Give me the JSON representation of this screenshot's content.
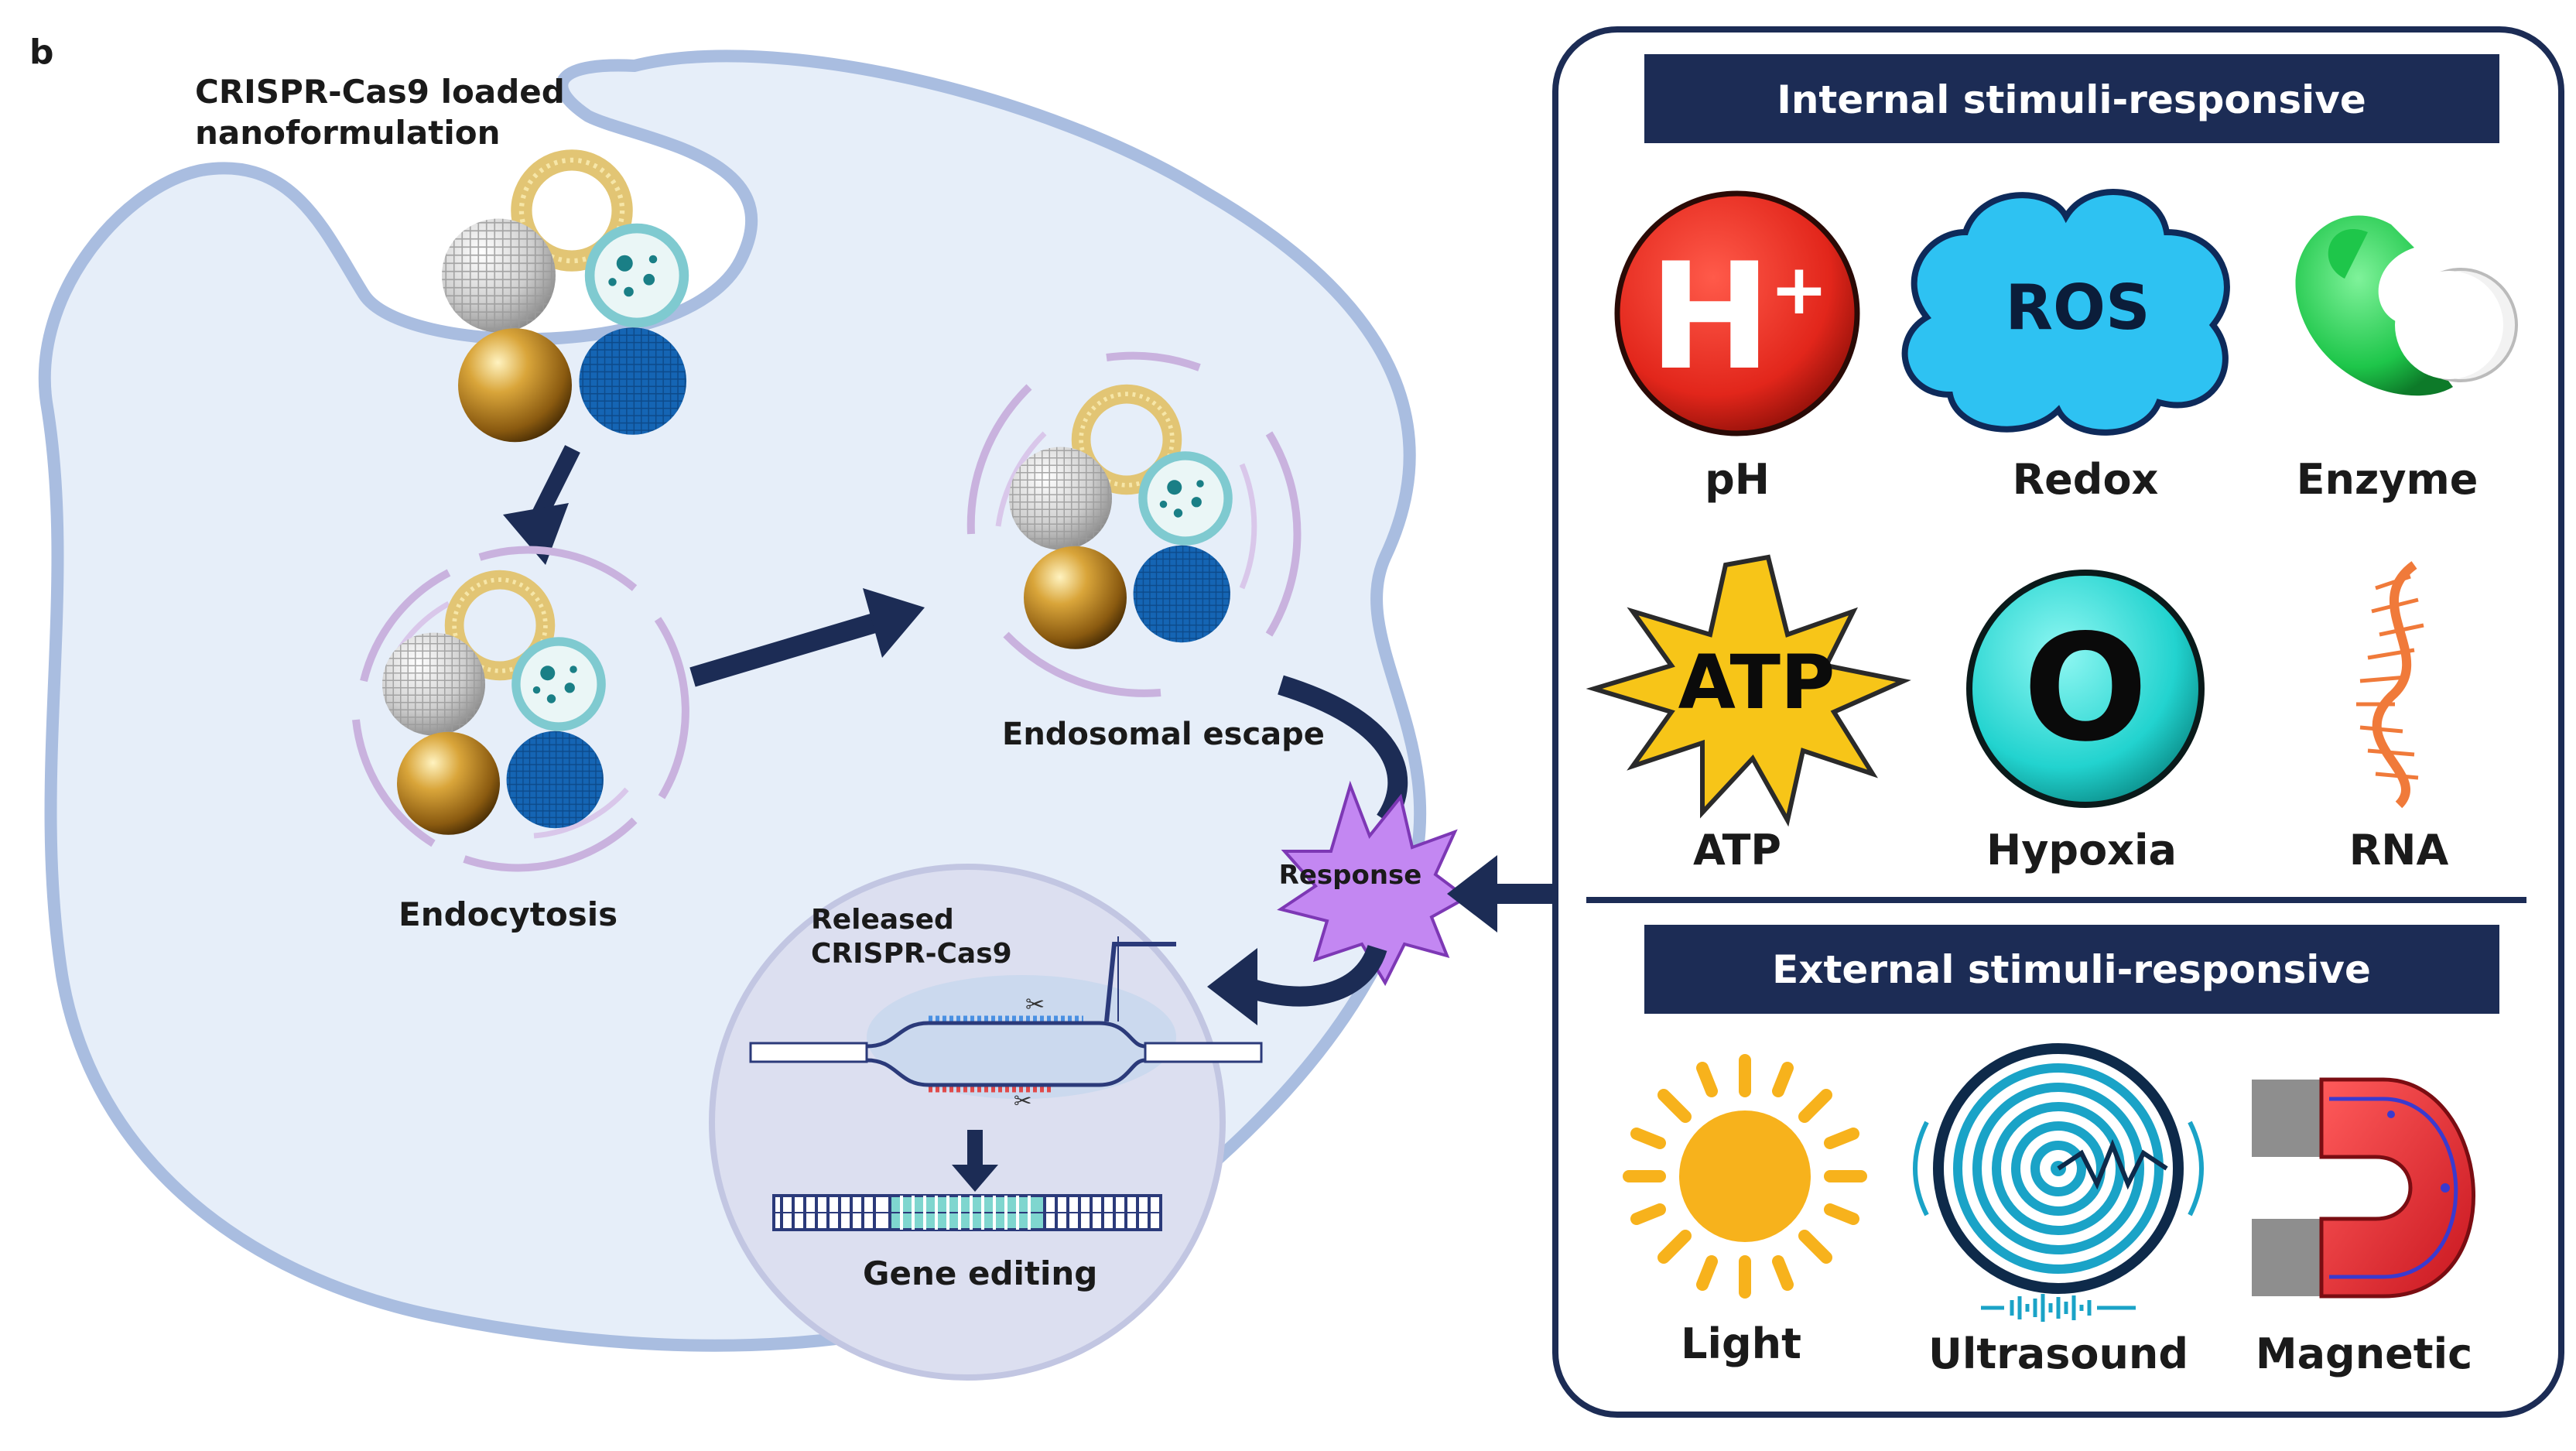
{
  "panel_letter": "b",
  "cell": {
    "nanoformulation_line1": "CRISPR-Cas9 loaded",
    "nanoformulation_line2": "nanoformulation",
    "endocytosis": "Endocytosis",
    "endosomal_escape": "Endosomal escape",
    "response": "Response",
    "released_line1": "Released",
    "released_line2": "CRISPR-Cas9",
    "gene_editing": "Gene editing"
  },
  "internal": {
    "title": "Internal stimuli-responsive",
    "items": [
      {
        "label": "pH",
        "icon": "h-plus-icon",
        "glyph": "H",
        "sup": "+"
      },
      {
        "label": "Redox",
        "icon": "ros-cloud-icon",
        "glyph": "ROS"
      },
      {
        "label": "Enzyme",
        "icon": "enzyme-pacman-icon"
      },
      {
        "label": "ATP",
        "icon": "atp-burst-icon",
        "glyph": "ATP"
      },
      {
        "label": "Hypoxia",
        "icon": "oxygen-circle-icon",
        "glyph": "O"
      },
      {
        "label": "RNA",
        "icon": "rna-strand-icon"
      }
    ]
  },
  "external": {
    "title": "External stimuli-responsive",
    "items": [
      {
        "label": "Light",
        "icon": "sun-icon"
      },
      {
        "label": "Ultrasound",
        "icon": "ultrasound-waves-icon"
      },
      {
        "label": "Magnetic",
        "icon": "magnet-icon"
      }
    ]
  },
  "colors": {
    "navy": "#1c2c55",
    "cell_fill": "#e6eef9",
    "cell_border": "#a9bde0",
    "endosome": "#c9b2de",
    "response_burst": "#c387f2",
    "title_text": "#ffffff"
  }
}
